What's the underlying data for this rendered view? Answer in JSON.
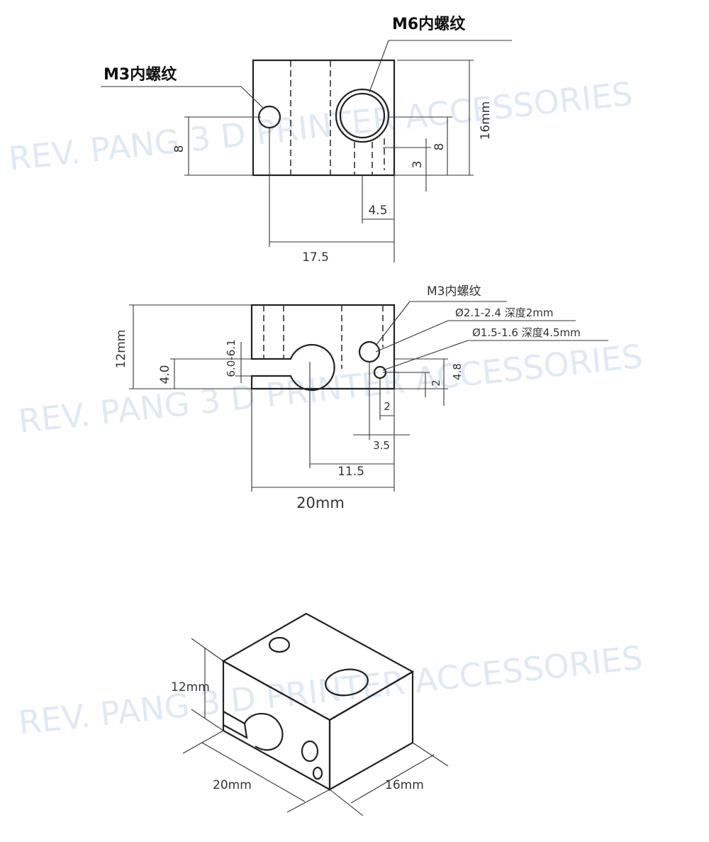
{
  "watermark": "REV. PANG 3 D PRINTER ACCESSORIES",
  "top_view": {
    "m6_label": "M6内螺纹",
    "m3_label": "M3内螺纹",
    "dim_height": "16mm",
    "dim_left_8": "8",
    "dim_right_8": "8",
    "dim_3": "3",
    "dim_4_5": "4.5",
    "dim_17_5": "17.5"
  },
  "side_view": {
    "m3_label": "M3内螺纹",
    "hole1_label": "Ø2.1-2.4  深度2mm",
    "hole2_label": "Ø1.5-1.6 深度4.5mm",
    "dim_height": "12mm",
    "dim_4_0": "4.0",
    "dim_slot": "6.0-6.1",
    "dim_4_8": "4.8",
    "dim_2_v": "2",
    "dim_2_h": "2",
    "dim_3_5": "3.5",
    "dim_11_5": "11.5",
    "dim_width": "20mm"
  },
  "iso_view": {
    "dim_height": "12mm",
    "dim_width": "20mm",
    "dim_depth": "16mm"
  }
}
